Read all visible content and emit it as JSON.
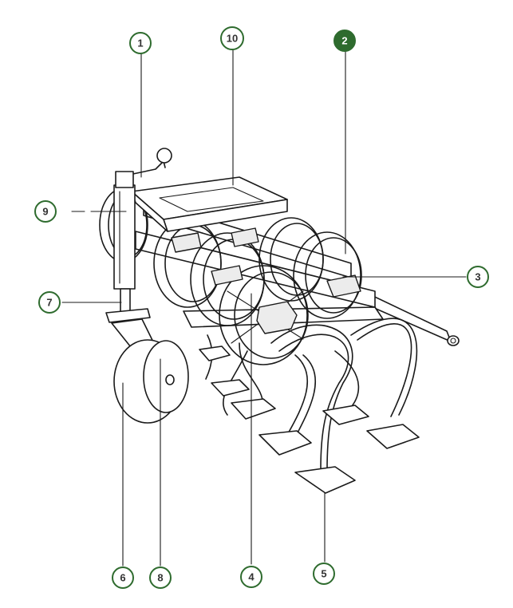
{
  "diagram": {
    "accent_color": "#2e6b2e",
    "line_color": "#1a1a1a",
    "callouts": [
      {
        "id": "1",
        "label": "1",
        "filled": false
      },
      {
        "id": "2",
        "label": "2",
        "filled": true
      },
      {
        "id": "3",
        "label": "3",
        "filled": false
      },
      {
        "id": "4",
        "label": "4",
        "filled": false
      },
      {
        "id": "5",
        "label": "5",
        "filled": false
      },
      {
        "id": "6",
        "label": "6",
        "filled": false
      },
      {
        "id": "7",
        "label": "7",
        "filled": false
      },
      {
        "id": "8",
        "label": "8",
        "filled": false
      },
      {
        "id": "9",
        "label": "9",
        "filled": false
      },
      {
        "id": "10",
        "label": "10",
        "filled": false
      }
    ]
  }
}
